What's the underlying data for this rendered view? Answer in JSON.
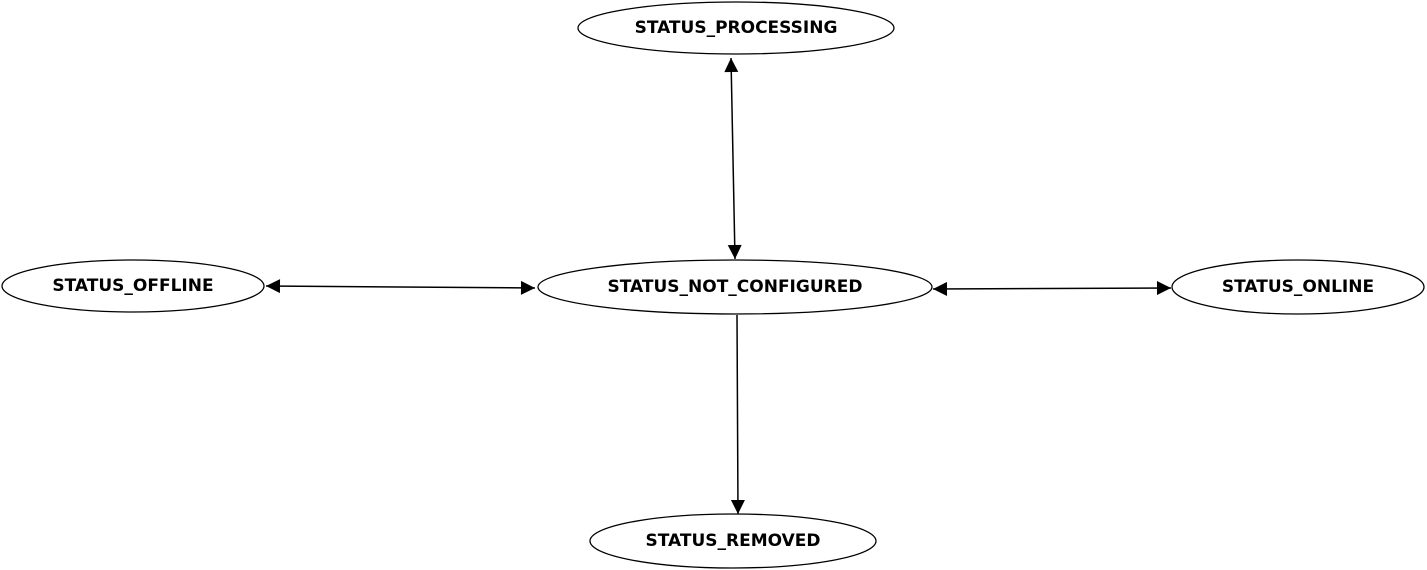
{
  "nodes": {
    "processing": {
      "label": "STATUS_PROCESSING"
    },
    "not_configured": {
      "label": "STATUS_NOT_CONFIGURED"
    },
    "offline": {
      "label": "STATUS_OFFLINE"
    },
    "online": {
      "label": "STATUS_ONLINE"
    },
    "removed": {
      "label": "STATUS_REMOVED"
    }
  },
  "edges": [
    {
      "from": "processing",
      "to": "not_configured",
      "direction": "both"
    },
    {
      "from": "offline",
      "to": "not_configured",
      "direction": "both"
    },
    {
      "from": "not_configured",
      "to": "online",
      "direction": "both"
    },
    {
      "from": "not_configured",
      "to": "removed",
      "direction": "forward"
    }
  ],
  "colors": {
    "stroke": "#000000",
    "fill": "#ffffff",
    "text": "#000000"
  }
}
